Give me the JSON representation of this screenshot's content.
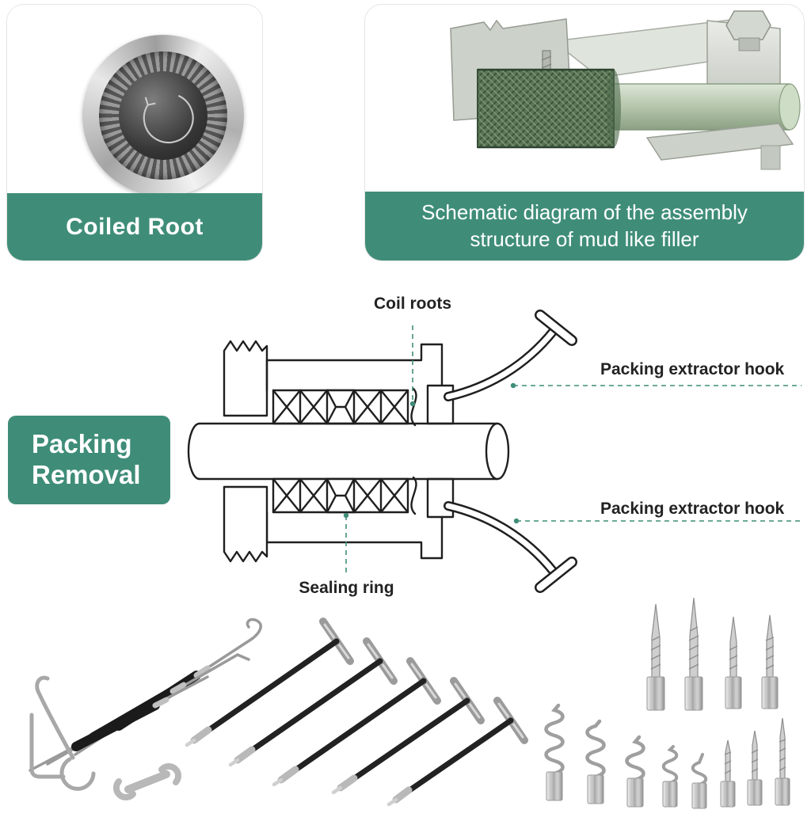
{
  "theme": {
    "accent_green": "#3f8d78"
  },
  "cards": {
    "coiled_root": {
      "caption": "Coiled Root"
    },
    "schematic": {
      "caption_line1": "Schematic diagram of the assembly",
      "caption_line2": "structure of mud like filler"
    }
  },
  "packing": {
    "title_line1": "Packing",
    "title_line2": "Removal",
    "labels": {
      "coil_roots": "Coil roots",
      "extractor_hook_top": "Packing extractor hook",
      "extractor_hook_bottom": "Packing extractor hook",
      "sealing_ring": "Sealing ring"
    }
  }
}
